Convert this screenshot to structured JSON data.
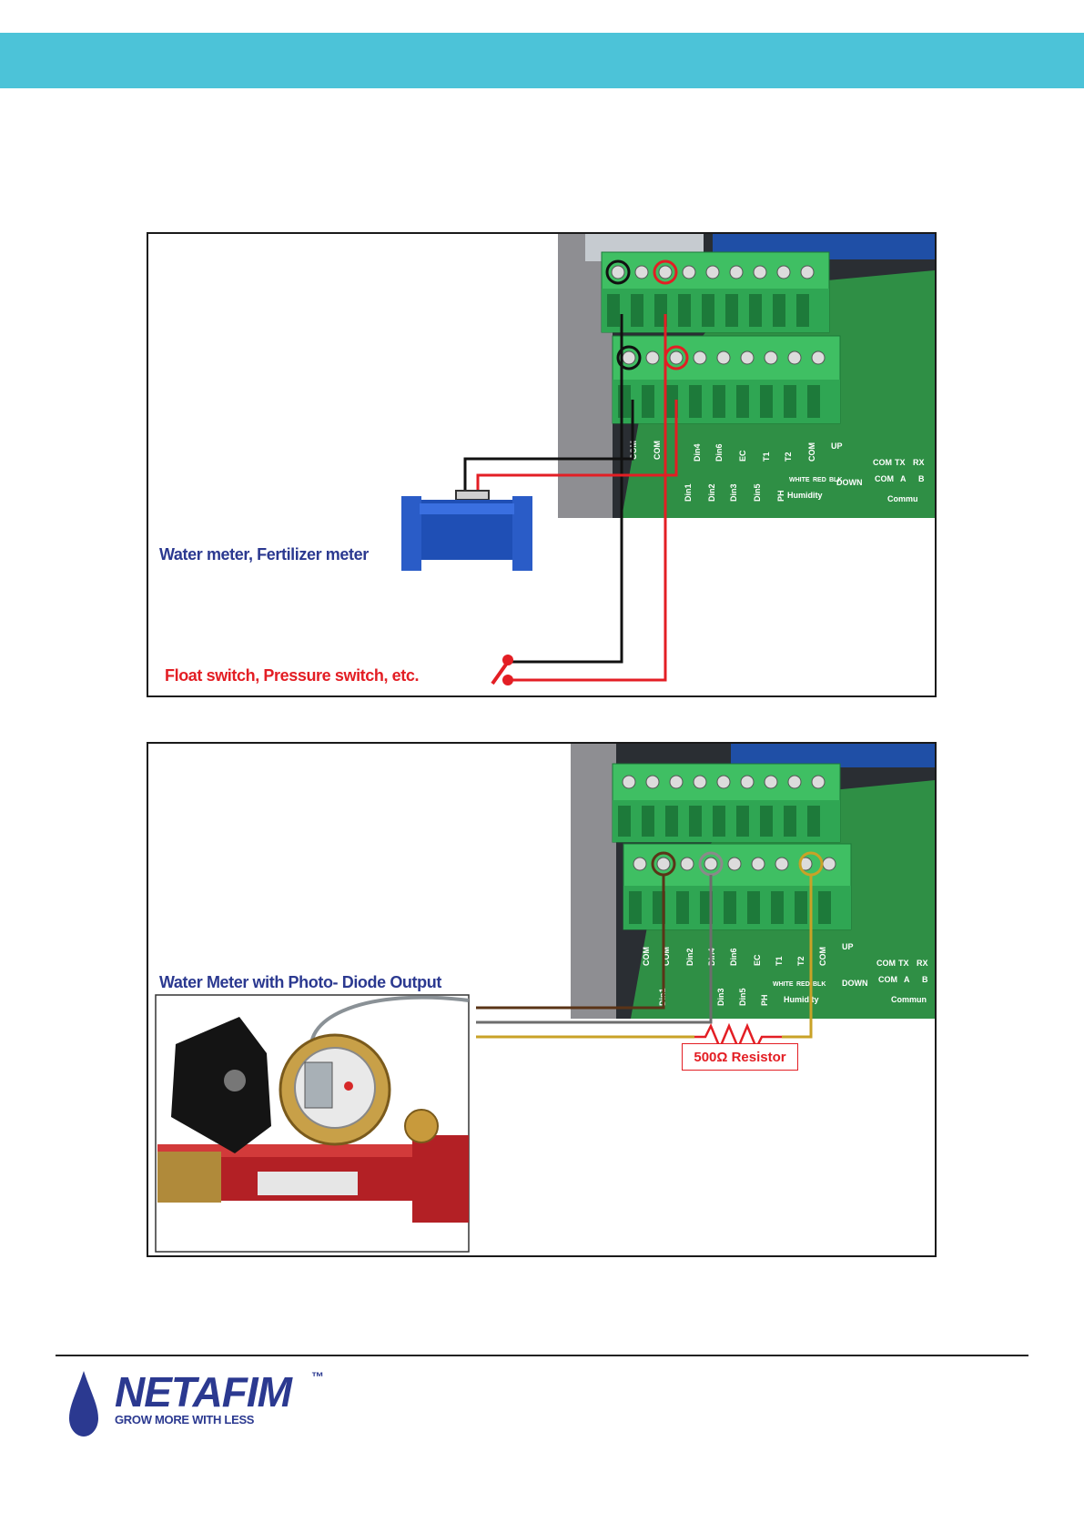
{
  "header": {
    "color": "#4cc3d8"
  },
  "figure1": {
    "meter_label": "Water meter, Fertilizer meter",
    "switch_label": "Float switch, Pressure switch, etc.",
    "board_labels": [
      "COM",
      "COM",
      "Din4",
      "Din6",
      "EC",
      "T1",
      "T2",
      "COM",
      "UP",
      "DOWN",
      "Din1",
      "Din2",
      "Din3",
      "Din5",
      "PH",
      "WHITE",
      "RED",
      "BLK",
      "Humidity",
      "COM",
      "TX",
      "RX",
      "COM",
      "A",
      "B",
      "Commu"
    ]
  },
  "figure2": {
    "title": "Water Meter with Photo- Diode Output",
    "resistor_label": "500Ω Resistor",
    "board_labels": [
      "COM",
      "COM",
      "Din2",
      "Din4",
      "Din6",
      "EC",
      "T1",
      "T2",
      "COM",
      "UP",
      "DOWN",
      "Din1",
      "Din3",
      "Din5",
      "PH",
      "WHITE",
      "RED",
      "BLK",
      "Humidity",
      "COM",
      "TX",
      "RX",
      "COM",
      "A",
      "B",
      "Commun"
    ]
  },
  "footer": {
    "brand": "NETAFIM",
    "trademark": "™",
    "tagline": "GROW MORE WITH LESS"
  },
  "colors": {
    "brand_blue": "#2b3990",
    "wire_red": "#e31e24",
    "wire_black": "#111111",
    "wire_brown": "#5a3417",
    "wire_gray": "#6d6d6d",
    "wire_yellow": "#c9a227",
    "pcb_green": "#2e9e4e"
  }
}
